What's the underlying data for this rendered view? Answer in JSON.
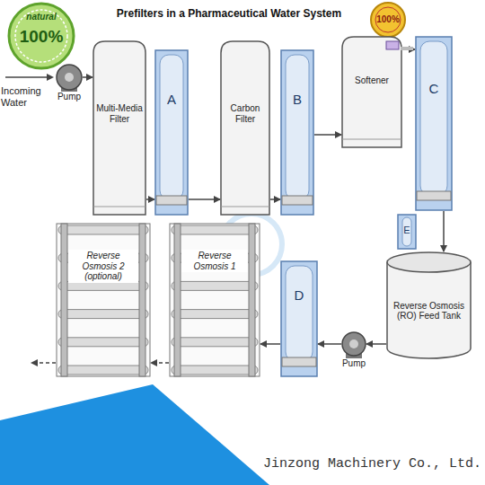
{
  "diagram": {
    "title": "Prefilters in a Pharmaceutical Water System",
    "nodes": [
      {
        "text": [
          "Pump"
        ]
      },
      {
        "text": [
          "Multi-Media Filter"
        ]
      },
      {
        "text": [
          "A"
        ]
      },
      {
        "text": [
          "Carbon Filter"
        ]
      },
      {
        "text": [
          "B"
        ]
      },
      {
        "text": [
          "Softener"
        ]
      },
      {
        "text": [
          "C"
        ]
      },
      {
        "text": [
          "E"
        ]
      },
      {
        "text": [
          "Reverse Osmosis (RO) Feed Tank"
        ]
      },
      {
        "text": [
          "Pump"
        ]
      },
      {
        "text": [
          "D"
        ]
      },
      {
        "text": [
          "Reverse Osmosis 1"
        ]
      },
      {
        "text": [
          "Reverse Osmosis 2 (optional)"
        ]
      }
    ],
    "edges": [
      {
        "from": 0,
        "to": 1,
        "arrow": "to"
      },
      {
        "from": 1,
        "to": 2,
        "arrow": "to"
      },
      {
        "from": 2,
        "to": 3,
        "arrow": "to"
      },
      {
        "from": 3,
        "to": 4,
        "arrow": "to"
      },
      {
        "from": 4,
        "to": 5,
        "arrow": "to"
      },
      {
        "from": 5,
        "to": 6,
        "arrow": "to"
      },
      {
        "from": 6,
        "to": 8,
        "arrow": "to"
      },
      {
        "from": 8,
        "to": 9,
        "arrow": "to"
      },
      {
        "from": 9,
        "to": 10,
        "arrow": "to"
      },
      {
        "from": 10,
        "to": 11,
        "arrow": "to"
      },
      {
        "from": 11,
        "to": 12,
        "arrow": "to"
      }
    ],
    "labels": [
      "Incoming Water",
      "natural",
      "100%",
      "100%",
      "Jinzong Machinery Co., Ltd."
    ]
  }
}
